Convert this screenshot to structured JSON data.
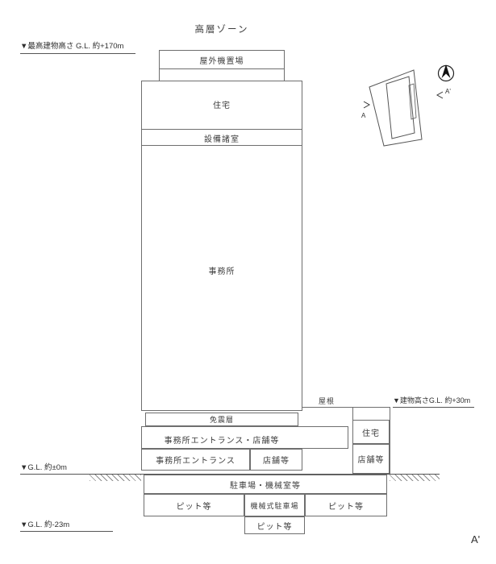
{
  "page": {
    "title": "高層ゾーン",
    "section_end_label": "A'"
  },
  "annotations": {
    "max_height": "▼最高建物高さ G.L. 約+170m",
    "right_height": "▼建物高さG.L. 約+30m",
    "gl_zero": "▼G.L. 約±0m",
    "gl_minus": "▼G.L. 約-23m"
  },
  "tower": {
    "penthouse": "屋外機置場",
    "housing": "住宅",
    "equipment_rooms": "設備諸室",
    "office": "事務所",
    "seismic_layer": "免震層"
  },
  "podium": {
    "entrance_shops": "事務所エントランス・店舗等",
    "office_entrance": "事務所エントランス",
    "shops": "店舗等",
    "parking_machine": "駐車場・機械室等",
    "pit_left": "ピット等",
    "mechanical_parking": "機械式駐車場",
    "pit_right": "ピット等",
    "pit_bottom": "ピット等"
  },
  "annex": {
    "roof": "屋根",
    "housing": "住宅",
    "shops": "店舗等"
  },
  "siteplan": {
    "label_a": "A",
    "label_a_prime": "A'"
  },
  "colors": {
    "line": "#6e6e6e",
    "text": "#3d3d3d",
    "north_arrow": "#111111"
  }
}
